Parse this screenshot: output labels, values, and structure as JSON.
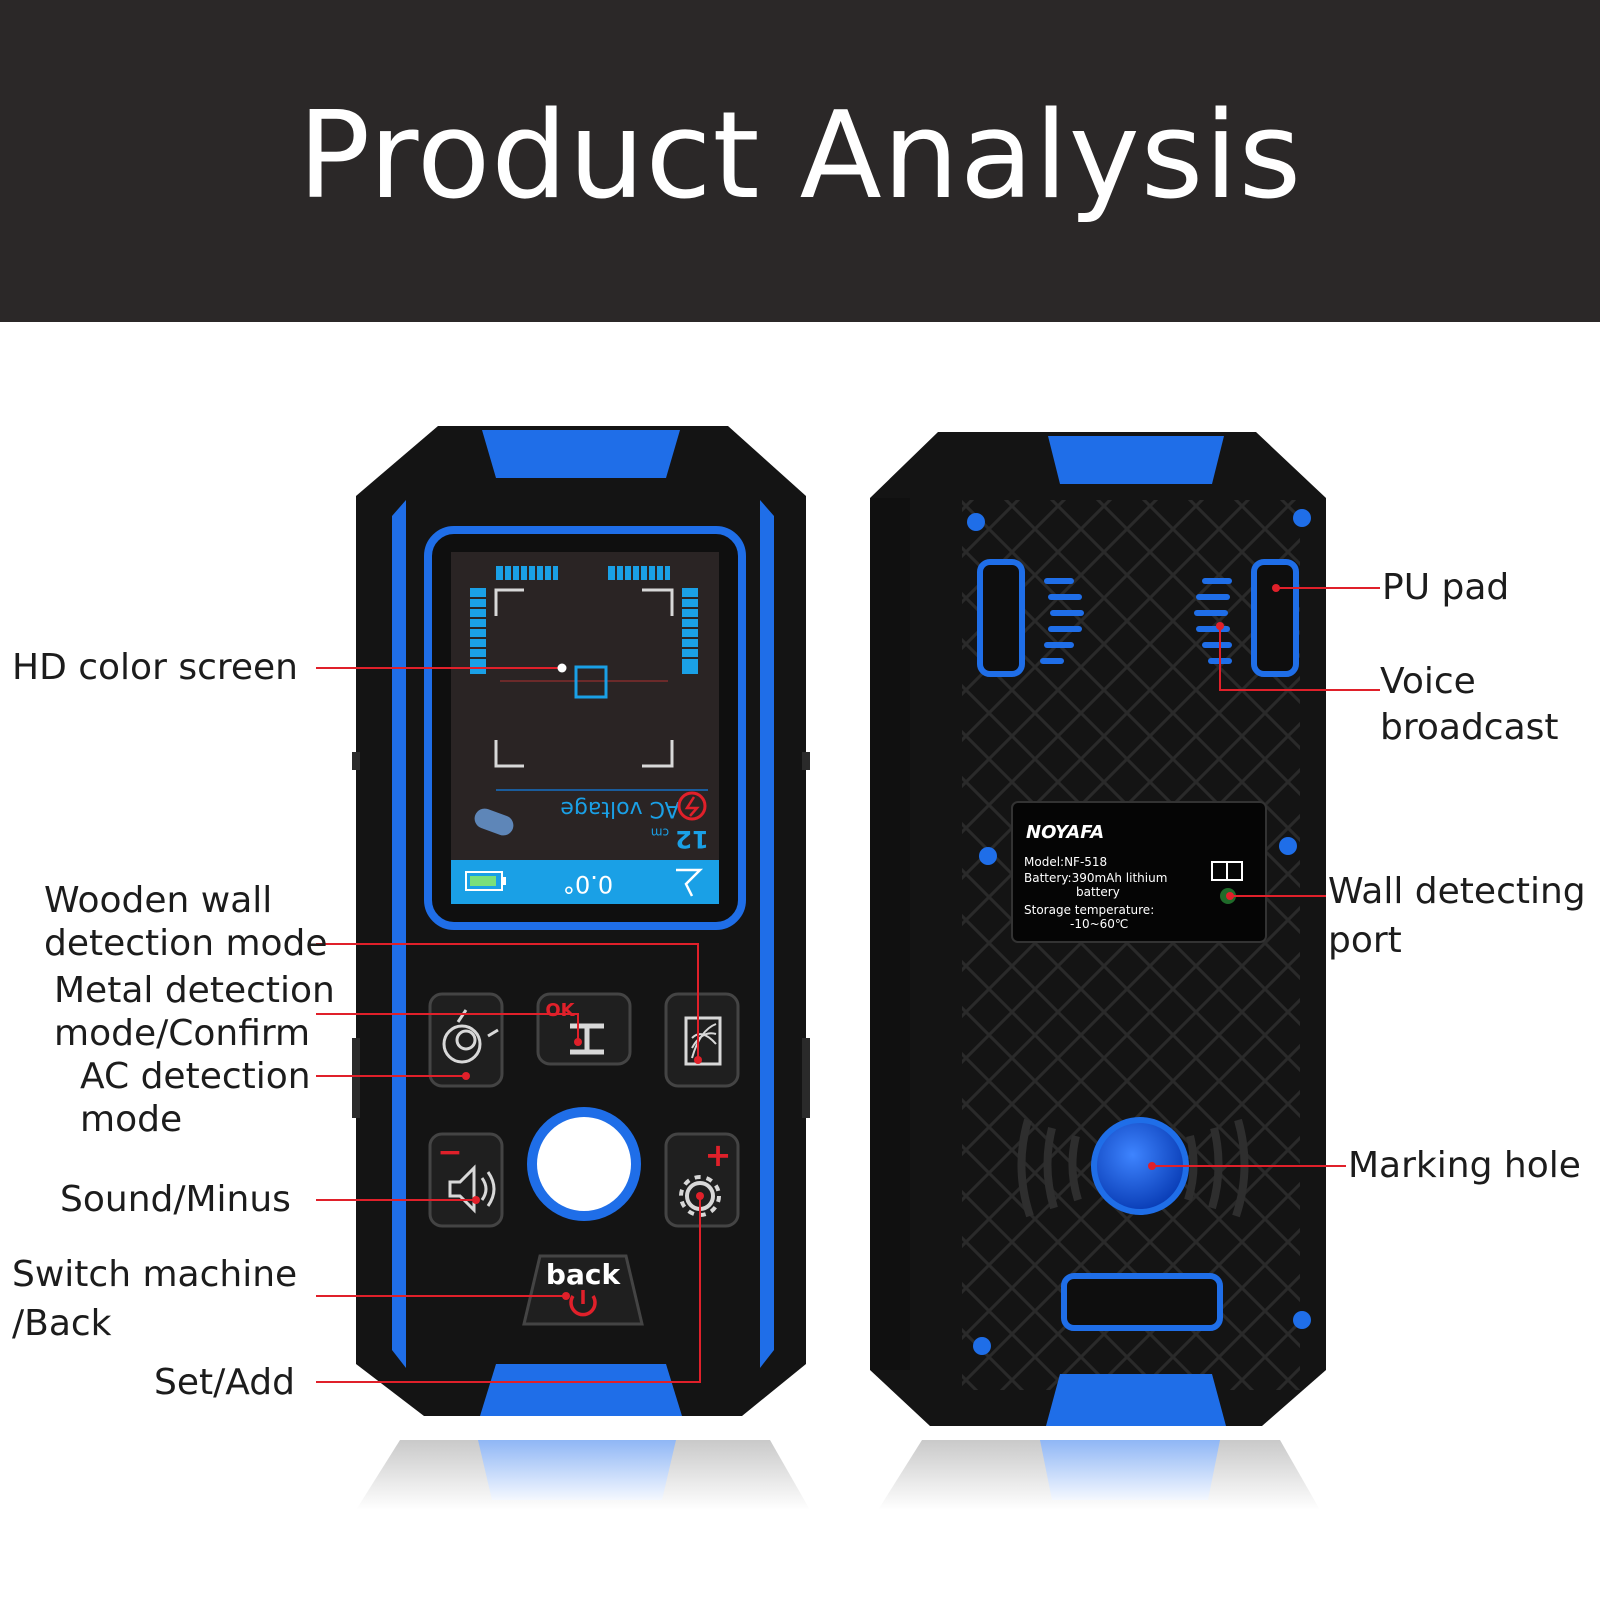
{
  "banner": {
    "title": "Product Analysis"
  },
  "labels": {
    "hd_screen": "HD color screen",
    "wooden_1": "Wooden wall",
    "wooden_2": "detection mode",
    "metal_1": "Metal detection",
    "metal_2": "mode/Confirm",
    "ac_1": "AC detection",
    "ac_2": "mode",
    "sound": "Sound/Minus",
    "switch_1": "Switch machine",
    "switch_2": "/Back",
    "set_add": "Set/Add",
    "pu_pad": "PU pad",
    "voice_1": "Voice",
    "voice_2": "broadcast",
    "wall_port_1": "Wall detecting",
    "wall_port_2": "port",
    "marking_hole": "Marking hole"
  },
  "screen": {
    "reading_value": "12",
    "reading_unit": "cm",
    "mode_text": "AC voltage",
    "status_value": "0.0°"
  },
  "buttons": {
    "ok_label": "OK",
    "back_label": "back",
    "minus_sign": "−",
    "plus_sign": "+"
  },
  "device_label": {
    "brand": "NOYAFA",
    "model": "Model:NF-518",
    "battery_1": "Battery:390mAh lithium",
    "battery_2": "battery",
    "storage_1": "Storage temperature:",
    "storage_2": "-10~60℃"
  },
  "colors": {
    "banner": "#2b2828",
    "accent_blue": "#1f6ee8",
    "body_black": "#121212",
    "callout_red": "#e0202a",
    "screen_bar": "#1aa0e6"
  }
}
